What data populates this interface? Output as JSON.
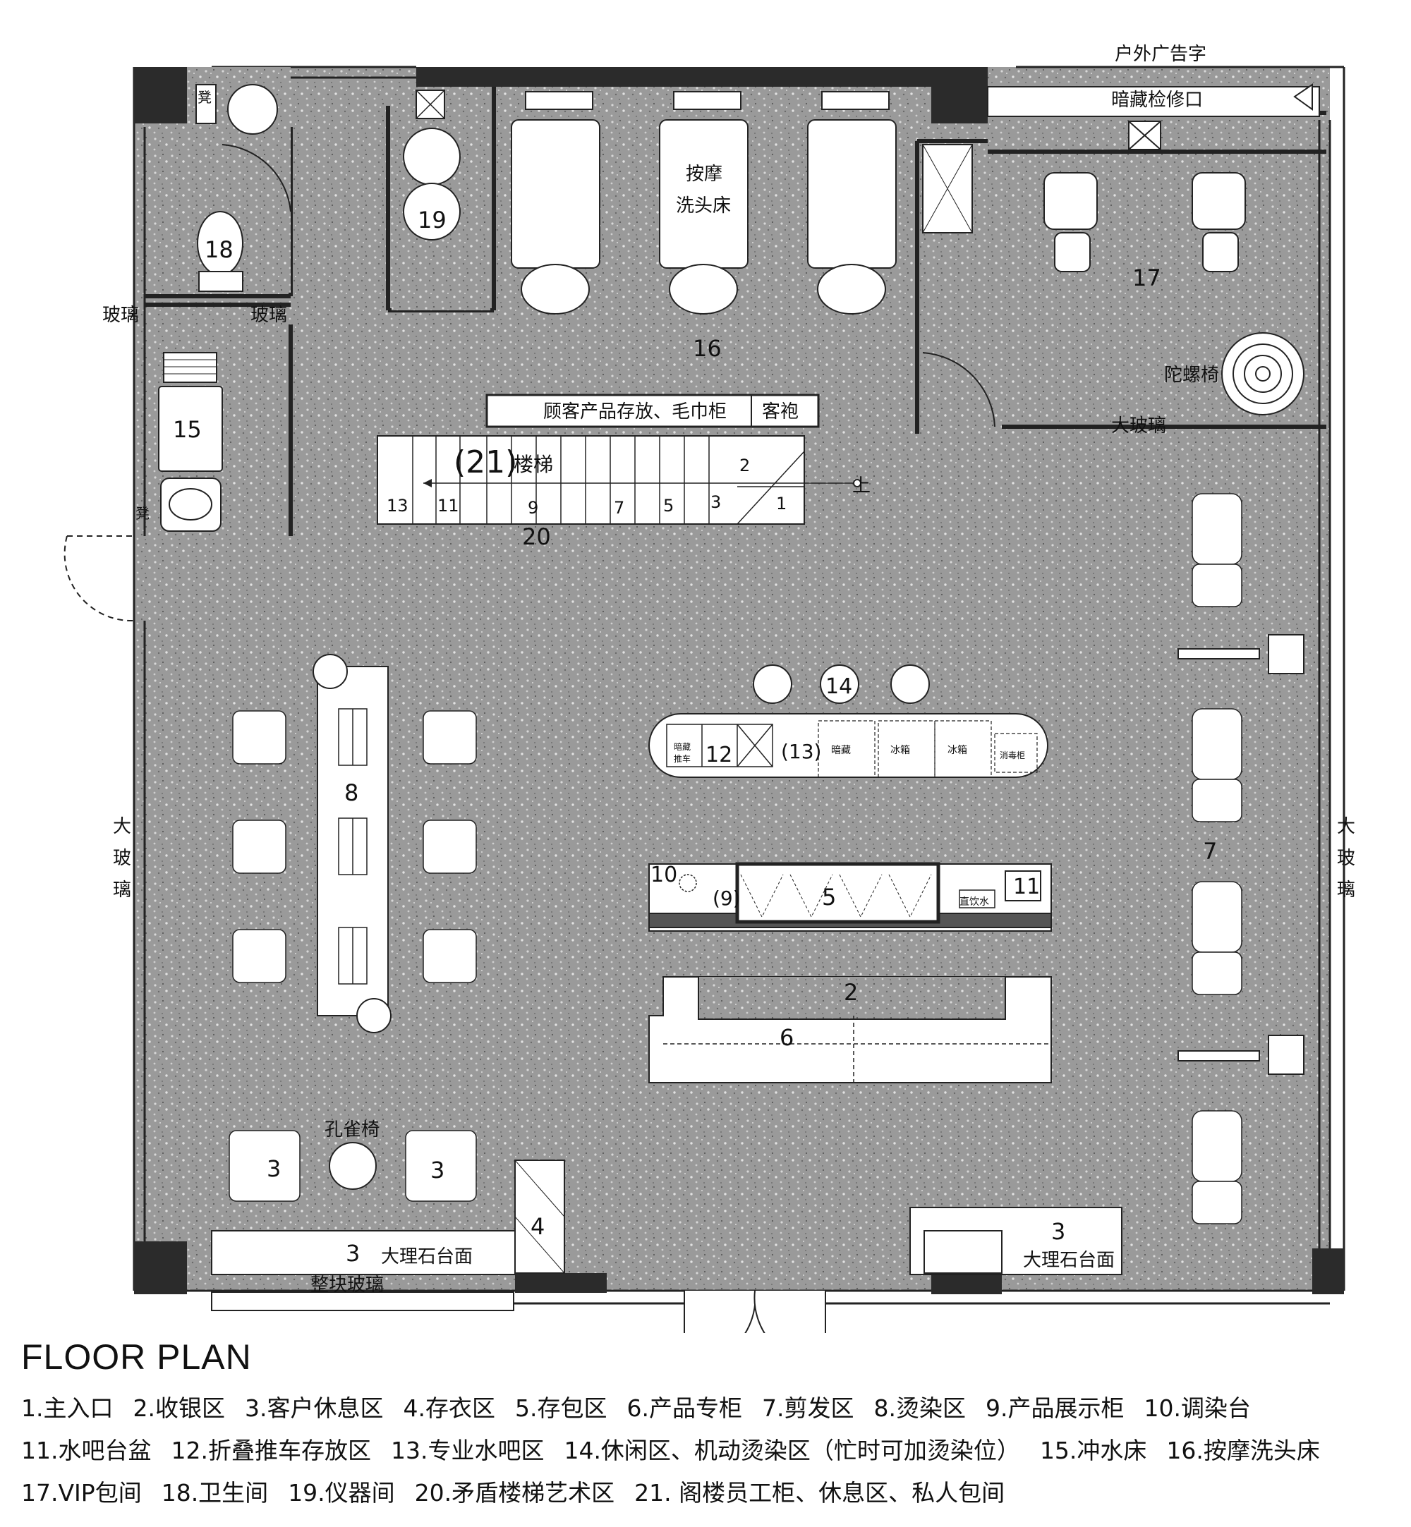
{
  "colors": {
    "floor": "#9a9a9a",
    "wall": "#2b2b2b",
    "furniture": "#ffffff",
    "line": "#222222"
  },
  "labels": {
    "outdoor_sign": "户外广告字",
    "hidden_access": "暗藏检修口",
    "massage_bed_1": "按摩",
    "massage_bed_2": "洗头床",
    "glass_left": "玻璃",
    "glass_right": "玻璃",
    "stool_top": "凳",
    "stool_mid": "凳",
    "cabinet": "顾客产品存放、毛巾柜",
    "robe": "客袍",
    "stairs": "楼梯",
    "up": "上",
    "gyro_chair": "陀螺椅",
    "big_glass_top": "大玻璃",
    "big_glass_left": [
      "大",
      "玻",
      "璃"
    ],
    "big_glass_right": [
      "大",
      "玻",
      "璃"
    ],
    "peacock_chair": "孔雀椅",
    "marble_left": "大理石台面",
    "marble_right": "大理石台面",
    "whole_glass": "整块玻璃",
    "bar_hidden_cart_1": "暗藏",
    "bar_hidden_cart_2": "推车",
    "bar_hidden": "暗藏",
    "fridge_1": "冰箱",
    "fridge_2": "冰箱",
    "sterilizer": "消毒柜",
    "drinking_water": "直饮水"
  },
  "numbers": {
    "n1": "1",
    "n2": "2",
    "n3a": "3",
    "n3b": "3",
    "n3c": "3",
    "n3d": "3",
    "n4": "4",
    "n5": "5",
    "n6": "6",
    "n7": "7",
    "n8": "8",
    "n9": "(9)",
    "n10": "10",
    "n11": "11",
    "n12": "12",
    "n13": "(13)",
    "n14": "14",
    "n15": "15",
    "n16": "16",
    "n17": "17",
    "n18": "18",
    "n19": "19",
    "n20": "20",
    "n21": "(21)",
    "steps": [
      "13",
      "11",
      "9",
      "7",
      "5",
      "3",
      "1",
      "2"
    ]
  },
  "title": "FLOOR PLAN",
  "legend": [
    [
      "1.主入口",
      "2.收银区",
      "3.客户休息区",
      "4.存衣区",
      "5.存包区",
      "6.产品专柜",
      "7.剪发区",
      "8.烫染区",
      "9.产品展示柜",
      "10.调染台"
    ],
    [
      "11.水吧台盆",
      "12.折叠推车存放区",
      "13.专业水吧区",
      "14.休闲区、机动烫染区（忙时可加烫染位）",
      "15.冲水床",
      "16.按摩洗头床"
    ],
    [
      "17.VIP包间",
      "18.卫生间",
      "19.仪器间",
      "20.矛盾楼梯艺术区",
      "21. 阁楼员工柜、休息区、私人包间"
    ]
  ]
}
